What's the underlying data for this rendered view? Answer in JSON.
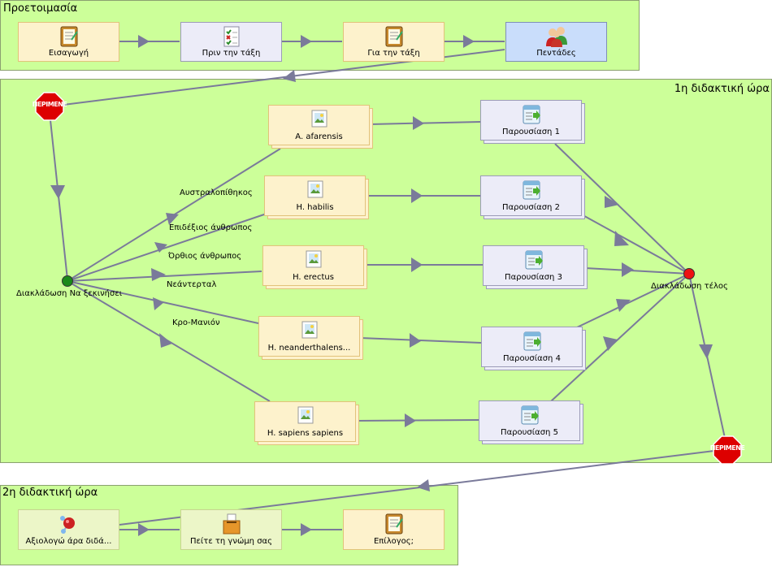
{
  "groups": {
    "prep": {
      "title": "Προετοιμασία"
    },
    "hour1": {
      "title": "1η διδακτική ώρα"
    },
    "hour2": {
      "title": "2η διδακτική ώρα"
    }
  },
  "prep_nodes": {
    "intro": {
      "label": "Εισαγωγή",
      "icon": "notepad-icon"
    },
    "before": {
      "label": "Πριν την τάξη",
      "icon": "checklist-icon"
    },
    "inclass": {
      "label": "Για την τάξη",
      "icon": "notepad-icon"
    },
    "fives": {
      "label": "Πεντάδες",
      "icon": "group-people-icon"
    }
  },
  "hour1_nodes": {
    "species": [
      {
        "label": "A. afarensis",
        "icon": "picture-icon"
      },
      {
        "label": "H. habilis",
        "icon": "picture-icon"
      },
      {
        "label": "H. erectus",
        "icon": "picture-icon"
      },
      {
        "label": "H. neanderthalens...",
        "icon": "picture-icon"
      },
      {
        "label": "H. sapiens sapiens",
        "icon": "picture-icon"
      }
    ],
    "presentations": [
      {
        "label": "Παρουσίαση 1",
        "icon": "presentation-icon"
      },
      {
        "label": "Παρουσίαση 2",
        "icon": "presentation-icon"
      },
      {
        "label": "Παρουσίαση 3",
        "icon": "presentation-icon"
      },
      {
        "label": "Παρουσίαση 4",
        "icon": "presentation-icon"
      },
      {
        "label": "Παρουσίαση 5",
        "icon": "presentation-icon"
      }
    ],
    "branch_start": "Διακλάδωση Να ξεκινήσει",
    "branch_end": "Διακλάδωση τέλος",
    "branch_labels": [
      "Αυστραλοπίθηκος",
      "Επιδέξιος άνθρωπος",
      "Όρθιος άνθρωπος",
      "Νεάντερταλ",
      "Κρο-Μανιόν"
    ],
    "stop_label": "ΠΕΡΙΜΕΝΕ"
  },
  "hour2_nodes": {
    "eval": {
      "label": "Αξιολογώ άρα διδά...",
      "icon": "molecule-icon"
    },
    "opinion": {
      "label": "Πείτε τη γνώμη σας",
      "icon": "ballot-box-icon"
    },
    "epilogue": {
      "label": "Επίλογος;",
      "icon": "notepad-icon"
    }
  },
  "colors": {
    "group_fill": "#ccff99",
    "edge": "#7a7a9a",
    "start_dot": "#1a8a1a",
    "end_dot": "#ee1111",
    "stop": "#dd0000"
  }
}
